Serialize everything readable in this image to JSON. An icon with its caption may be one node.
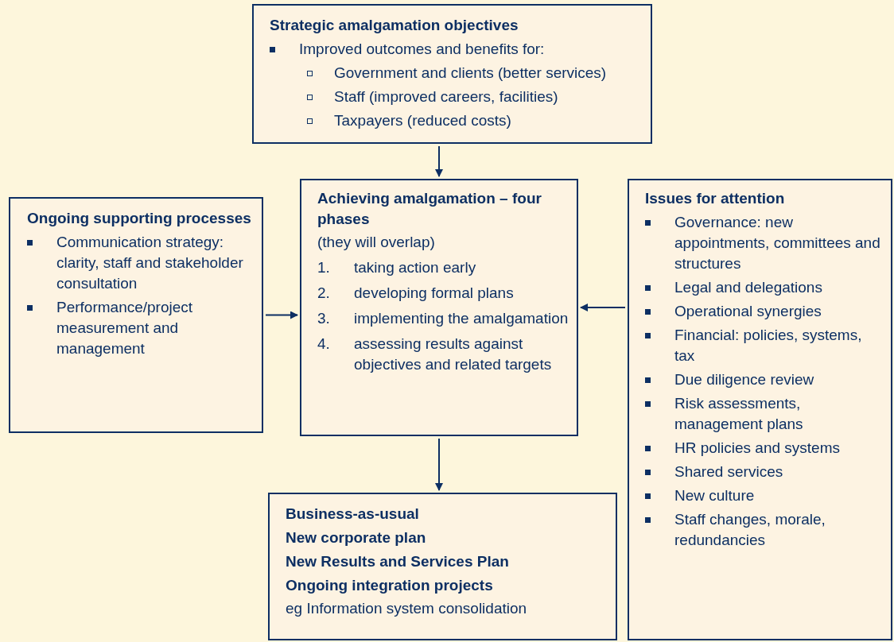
{
  "diagram": {
    "nodes": [
      {
        "text": [
          "Strategic amalgamation objectives",
          "Improved outcomes and benefits for:",
          "Government and clients (better services)",
          "Staff (improved careers, facilities)",
          "Taxpayers (reduced costs)"
        ]
      },
      {
        "text": [
          "Ongoing supporting processes",
          "Communication strategy: clarity, staff and stakeholder consultation",
          "Performance/project measurement and management"
        ]
      },
      {
        "text": [
          "Achieving amalgamation – four phases",
          "(they will overlap)",
          "1.",
          "taking action early",
          "2.",
          "developing formal plans",
          "3.",
          "implementing the amalgamation",
          "4.",
          "assessing results against objectives and related targets"
        ]
      },
      {
        "text": [
          "Issues for attention",
          "Governance: new appointments, committees and structures",
          "Legal and delegations",
          "Operational synergies",
          "Financial: policies, systems, tax",
          "Due diligence review",
          "Risk assessments, management plans",
          "HR policies and systems",
          "Shared services",
          "New culture",
          "Staff changes, morale, redundancies"
        ]
      },
      {
        "text": [
          "Business-as-usual",
          "New corporate plan",
          "New Results and Services Plan",
          "Ongoing integration projects",
          "eg Information system consolidation"
        ]
      }
    ],
    "edges": [
      {
        "from": 0,
        "to": 2,
        "arrow": "to"
      },
      {
        "from": 1,
        "to": 2,
        "arrow": "to"
      },
      {
        "from": 3,
        "to": 2,
        "arrow": "to"
      },
      {
        "from": 2,
        "to": 4,
        "arrow": "to"
      }
    ]
  }
}
